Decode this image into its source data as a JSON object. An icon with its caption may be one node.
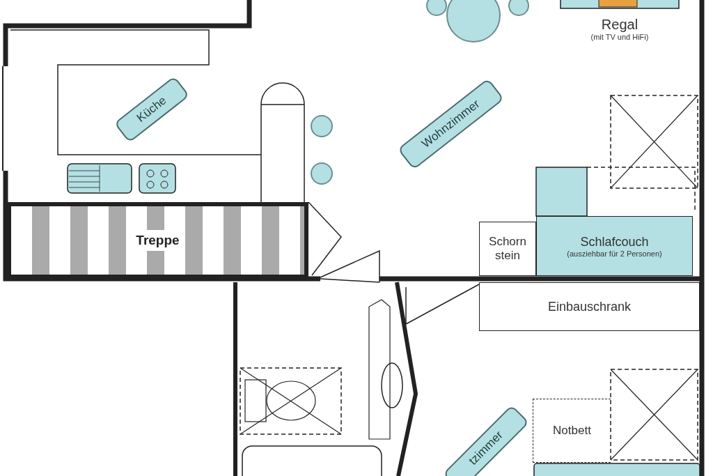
{
  "diagram": {
    "nodes": [
      {
        "text": [
          "Regal",
          "(mit TV und HiFi)"
        ]
      },
      {
        "text": [
          "Küche"
        ]
      },
      {
        "text": [
          "Wohnzimmer"
        ]
      },
      {
        "text": [
          "Treppe"
        ]
      },
      {
        "text": [
          "Schorn stein"
        ]
      },
      {
        "text": [
          "Schlafcouch",
          "(ausziehbar für 2 Personen)"
        ]
      },
      {
        "text": [
          "Einbauschrank"
        ]
      },
      {
        "text": [
          "Notbett"
        ]
      },
      {
        "text": [
          "tzimmer"
        ]
      }
    ]
  }
}
